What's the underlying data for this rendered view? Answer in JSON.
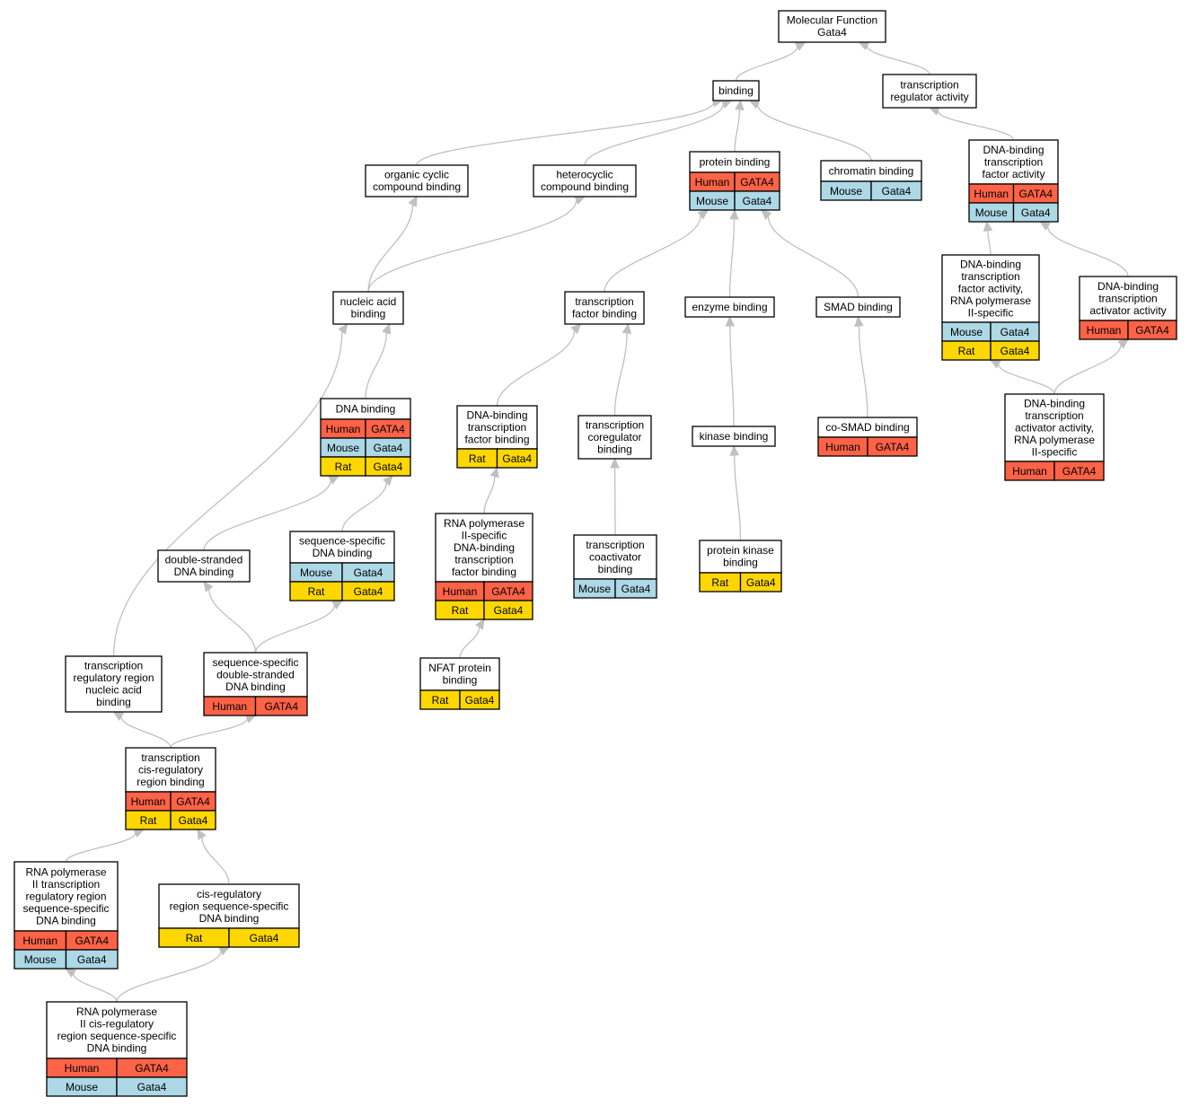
{
  "colors": {
    "Human": "#ff6347",
    "Mouse": "#add8e6",
    "Rat": "#ffd700",
    "edge": "#c0c0c0"
  },
  "nodes": [
    {
      "id": "mf",
      "lines": [
        "Molecular Function",
        "Gata4"
      ],
      "rows": []
    },
    {
      "id": "binding",
      "lines": [
        "binding"
      ],
      "rows": []
    },
    {
      "id": "trans_reg_activity",
      "lines": [
        "transcription",
        "regulator activity"
      ],
      "rows": []
    },
    {
      "id": "organic_cyclic",
      "lines": [
        "organic cyclic",
        "compound binding"
      ],
      "rows": []
    },
    {
      "id": "heterocyclic",
      "lines": [
        "heterocyclic",
        "compound binding"
      ],
      "rows": []
    },
    {
      "id": "protein_binding",
      "lines": [
        "protein binding"
      ],
      "rows": [
        [
          "Human",
          "GATA4"
        ],
        [
          "Mouse",
          "Gata4"
        ]
      ]
    },
    {
      "id": "chromatin_binding",
      "lines": [
        "chromatin binding"
      ],
      "rows": [
        [
          "Mouse",
          "Gata4"
        ]
      ]
    },
    {
      "id": "dbtf_activity",
      "lines": [
        "DNA-binding",
        "transcription",
        "factor activity"
      ],
      "rows": [
        [
          "Human",
          "GATA4"
        ],
        [
          "Mouse",
          "Gata4"
        ]
      ]
    },
    {
      "id": "nucleic_acid_binding",
      "lines": [
        "nucleic acid",
        "binding"
      ],
      "rows": []
    },
    {
      "id": "tf_binding",
      "lines": [
        "transcription",
        "factor binding"
      ],
      "rows": []
    },
    {
      "id": "enzyme_binding",
      "lines": [
        "enzyme binding"
      ],
      "rows": []
    },
    {
      "id": "smad_binding",
      "lines": [
        "SMAD binding"
      ],
      "rows": []
    },
    {
      "id": "dbtf_pol2",
      "lines": [
        "DNA-binding",
        "transcription",
        "factor activity,",
        "RNA polymerase",
        "II-specific"
      ],
      "rows": [
        [
          "Mouse",
          "Gata4"
        ],
        [
          "Rat",
          "Gata4"
        ]
      ]
    },
    {
      "id": "dbt_activator",
      "lines": [
        "DNA-binding",
        "transcription",
        "activator activity"
      ],
      "rows": [
        [
          "Human",
          "GATA4"
        ]
      ]
    },
    {
      "id": "dna_binding",
      "lines": [
        "DNA binding"
      ],
      "rows": [
        [
          "Human",
          "GATA4"
        ],
        [
          "Mouse",
          "Gata4"
        ],
        [
          "Rat",
          "Gata4"
        ]
      ]
    },
    {
      "id": "dbtf_binding",
      "lines": [
        "DNA-binding",
        "transcription",
        "factor binding"
      ],
      "rows": [
        [
          "Rat",
          "Gata4"
        ]
      ]
    },
    {
      "id": "trans_coreg_binding",
      "lines": [
        "transcription",
        "coregulator",
        "binding"
      ],
      "rows": []
    },
    {
      "id": "kinase_binding",
      "lines": [
        "kinase binding"
      ],
      "rows": []
    },
    {
      "id": "cosmad_binding",
      "lines": [
        "co-SMAD binding"
      ],
      "rows": [
        [
          "Human",
          "GATA4"
        ]
      ]
    },
    {
      "id": "dbt_activator_pol2",
      "lines": [
        "DNA-binding",
        "transcription",
        "activator activity,",
        "RNA polymerase",
        "II-specific"
      ],
      "rows": [
        [
          "Human",
          "GATA4"
        ]
      ]
    },
    {
      "id": "ds_dna_binding",
      "lines": [
        "double-stranded",
        "DNA binding"
      ],
      "rows": []
    },
    {
      "id": "seqspec_dna_binding",
      "lines": [
        "sequence-specific",
        "DNA binding"
      ],
      "rows": [
        [
          "Mouse",
          "Gata4"
        ],
        [
          "Rat",
          "Gata4"
        ]
      ]
    },
    {
      "id": "pol2_dbtf_binding",
      "lines": [
        "RNA polymerase",
        "II-specific",
        "DNA-binding",
        "transcription",
        "factor binding"
      ],
      "rows": [
        [
          "Human",
          "GATA4"
        ],
        [
          "Rat",
          "Gata4"
        ]
      ]
    },
    {
      "id": "trans_coact_binding",
      "lines": [
        "transcription",
        "coactivator",
        "binding"
      ],
      "rows": [
        [
          "Mouse",
          "Gata4"
        ]
      ]
    },
    {
      "id": "protein_kinase_binding",
      "lines": [
        "protein kinase",
        "binding"
      ],
      "rows": [
        [
          "Rat",
          "Gata4"
        ]
      ]
    },
    {
      "id": "nfat_binding",
      "lines": [
        "NFAT protein",
        "binding"
      ],
      "rows": [
        [
          "Rat",
          "Gata4"
        ]
      ]
    },
    {
      "id": "trrna_binding",
      "lines": [
        "transcription",
        "regulatory region",
        "nucleic acid",
        "binding"
      ],
      "rows": []
    },
    {
      "id": "seqspec_ds_dna_binding",
      "lines": [
        "sequence-specific",
        "double-stranded",
        "DNA binding"
      ],
      "rows": [
        [
          "Human",
          "GATA4"
        ]
      ]
    },
    {
      "id": "trans_cisreg_binding",
      "lines": [
        "transcription",
        "cis-regulatory",
        "region binding"
      ],
      "rows": [
        [
          "Human",
          "GATA4"
        ],
        [
          "Rat",
          "Gata4"
        ]
      ]
    },
    {
      "id": "pol2_trrss_dna_binding",
      "lines": [
        "RNA polymerase",
        "II transcription",
        "regulatory region",
        "sequence-specific",
        "DNA binding"
      ],
      "rows": [
        [
          "Human",
          "GATA4"
        ],
        [
          "Mouse",
          "Gata4"
        ]
      ]
    },
    {
      "id": "cisreg_ss_dna_binding",
      "lines": [
        "cis-regulatory",
        "region sequence-specific",
        "DNA binding"
      ],
      "rows": [
        [
          "Rat",
          "Gata4"
        ]
      ]
    },
    {
      "id": "pol2_cisreg_ss_dna_binding",
      "lines": [
        "RNA polymerase",
        "II cis-regulatory",
        "region sequence-specific",
        "DNA binding"
      ],
      "rows": [
        [
          "Human",
          "GATA4"
        ],
        [
          "Mouse",
          "Gata4"
        ]
      ]
    }
  ],
  "edges": [
    [
      "binding",
      "mf"
    ],
    [
      "trans_reg_activity",
      "mf"
    ],
    [
      "organic_cyclic",
      "binding"
    ],
    [
      "heterocyclic",
      "binding"
    ],
    [
      "protein_binding",
      "binding"
    ],
    [
      "chromatin_binding",
      "binding"
    ],
    [
      "dbtf_activity",
      "trans_reg_activity"
    ],
    [
      "nucleic_acid_binding",
      "organic_cyclic"
    ],
    [
      "nucleic_acid_binding",
      "heterocyclic"
    ],
    [
      "tf_binding",
      "protein_binding"
    ],
    [
      "enzyme_binding",
      "protein_binding"
    ],
    [
      "smad_binding",
      "protein_binding"
    ],
    [
      "dbtf_pol2",
      "dbtf_activity"
    ],
    [
      "dbt_activator",
      "dbtf_activity"
    ],
    [
      "dna_binding",
      "nucleic_acid_binding"
    ],
    [
      "dbtf_binding",
      "tf_binding"
    ],
    [
      "trans_coreg_binding",
      "tf_binding"
    ],
    [
      "kinase_binding",
      "enzyme_binding"
    ],
    [
      "cosmad_binding",
      "smad_binding"
    ],
    [
      "dbt_activator_pol2",
      "dbtf_pol2"
    ],
    [
      "dbt_activator_pol2",
      "dbt_activator"
    ],
    [
      "ds_dna_binding",
      "dna_binding"
    ],
    [
      "seqspec_dna_binding",
      "dna_binding"
    ],
    [
      "pol2_dbtf_binding",
      "dbtf_binding"
    ],
    [
      "trans_coact_binding",
      "trans_coreg_binding"
    ],
    [
      "protein_kinase_binding",
      "kinase_binding"
    ],
    [
      "nfat_binding",
      "pol2_dbtf_binding"
    ],
    [
      "trrna_binding",
      "nucleic_acid_binding"
    ],
    [
      "seqspec_ds_dna_binding",
      "ds_dna_binding"
    ],
    [
      "seqspec_ds_dna_binding",
      "seqspec_dna_binding"
    ],
    [
      "trans_cisreg_binding",
      "trrna_binding"
    ],
    [
      "trans_cisreg_binding",
      "seqspec_ds_dna_binding"
    ],
    [
      "pol2_trrss_dna_binding",
      "trans_cisreg_binding"
    ],
    [
      "cisreg_ss_dna_binding",
      "trans_cisreg_binding"
    ],
    [
      "pol2_cisreg_ss_dna_binding",
      "pol2_trrss_dna_binding"
    ],
    [
      "pol2_cisreg_ss_dna_binding",
      "cisreg_ss_dna_binding"
    ]
  ]
}
